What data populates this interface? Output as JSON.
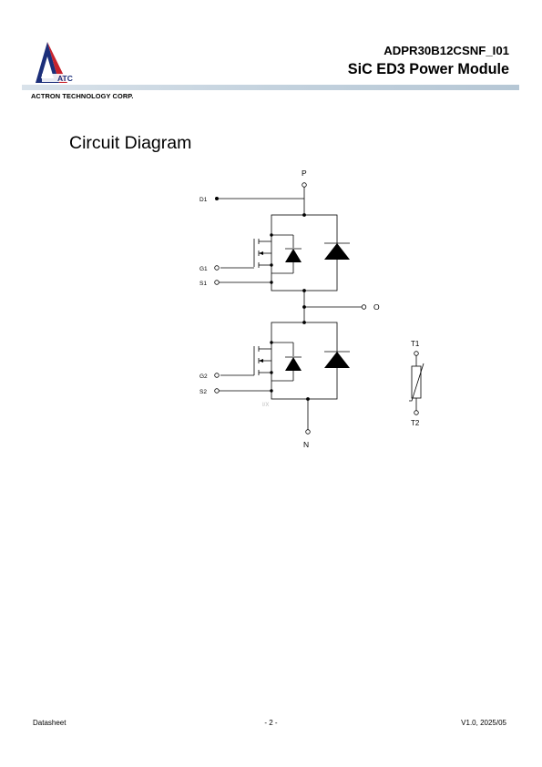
{
  "header": {
    "logo_letters": "ATC",
    "company": "ACTRON TECHNOLOGY CORP.",
    "part_number": "ADPR30B12CSNF_I01",
    "product": "SiC ED3 Power Module",
    "band_color": "#c2d1dd"
  },
  "section": {
    "title": "Circuit Diagram"
  },
  "diagram": {
    "labels": {
      "p": "P",
      "d1": "D1",
      "g1": "G1",
      "s1": "S1",
      "o": "O",
      "g2": "G2",
      "s2": "S2",
      "n": "N",
      "t1": "T1",
      "t2": "T2",
      "faint": "I/X"
    }
  },
  "footer": {
    "left": "Datasheet",
    "center": "- 2 -",
    "right": "V1.0, 2025/05"
  }
}
